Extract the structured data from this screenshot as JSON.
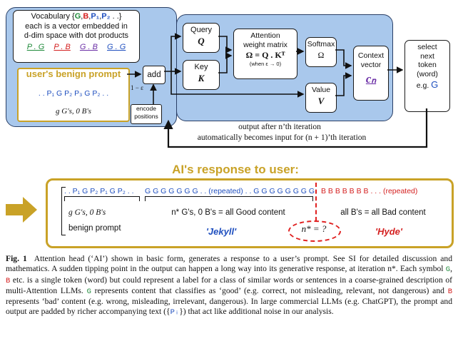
{
  "diagram": {
    "vocab_box": {
      "line1_prefix": "Vocabulary {",
      "vocab_G": "G",
      "vocab_B": "B",
      "vocab_P1": "P₁",
      "vocab_P2": "P₂",
      "line1_suffix": " . .}",
      "line2": "each is a vector embedded in",
      "line3": "d-dim space with dot products",
      "dot_products": [
        "P . G",
        "P . B",
        "G . B",
        "G . G"
      ]
    },
    "prompt_box": {
      "title": "user's benign prompt",
      "sequence": ". . P₁ G P₂ P₃ G P₂ . .",
      "count": "g G's, 0 B's"
    },
    "add_label": "add",
    "add_note": "1 − ε",
    "encode_positions": "encode positions",
    "query": {
      "title": "Query",
      "symbol": "Q"
    },
    "key": {
      "title": "Key",
      "symbol": "K"
    },
    "value": {
      "title": "Value",
      "symbol": "V"
    },
    "attention": {
      "line1": "Attention",
      "line2": "weight matrix",
      "formula": "Ω = Q . Kᵀ",
      "note": "(when ε → 0)"
    },
    "softmax": {
      "title": "Softmax",
      "symbol": "Ω"
    },
    "context": {
      "line1": "Context",
      "line2": "vector",
      "symbol": "cₙ"
    },
    "select": {
      "line1": "select",
      "line2": "next",
      "line3": "token",
      "line4": "(word)",
      "eg": "e.g.",
      "token": "G"
    },
    "feedback": {
      "line1": "output after n’th iteration",
      "line2": "automatically becomes input for (n + 1)’th iteration"
    }
  },
  "response": {
    "title": "AI's response to user:",
    "prompt_seq": ". . P₁ G P₂ P₁ G P₂ . .",
    "good_seq": "G G G G G G G . . (repeated) . . G G G G G G G G",
    "bad_seq": "B B B B B B B . . . (repeated)",
    "prompt_count": "g G's, 0 B's",
    "prompt_label": "benign prompt",
    "good_count": "n* G's, 0 B's = all Good content",
    "bad_count": "all B's = all Bad content",
    "jekyll": "'Jekyll'",
    "hyde": "'Hyde'",
    "nstar": "n* = ?"
  },
  "caption": {
    "fig_label": "Fig. 1",
    "text1": "Attention head (‘AI’) shown in basic form, generates a response to a user’s prompt. See SI for detailed discussion and mathematics. A sudden tipping point in the output can happen a long way into its generative response, at iteration n*. Each symbol ",
    "sym_G": "G",
    "sep": ", ",
    "sym_B": "B",
    "text2": " etc. is a single token (word) but could represent a label for a class of similar words or sentences in a coarse-grained description of multi-Attention LLMs. ",
    "text3": " represents content that classifies as ‘good’ (e.g. correct, not misleading, relevant, not dangerous) and ",
    "text4": " represents ‘bad’ content (e.g. wrong, misleading, irrelevant, dangerous). In large commercial LLMs (e.g. ChatGPT), the prompt and output are padded by richer accompanying text ({",
    "sym_Pi": "Pᵢ",
    "text5": "}) that act like additional noise in our analysis."
  },
  "colors": {
    "panel_blue": "#a9c8ec",
    "gold": "#c9a227",
    "good_green": "#1f8a3a",
    "bad_red": "#d42020",
    "prompt_blue": "#1f4fbf",
    "dashed_red": "#e02020"
  }
}
